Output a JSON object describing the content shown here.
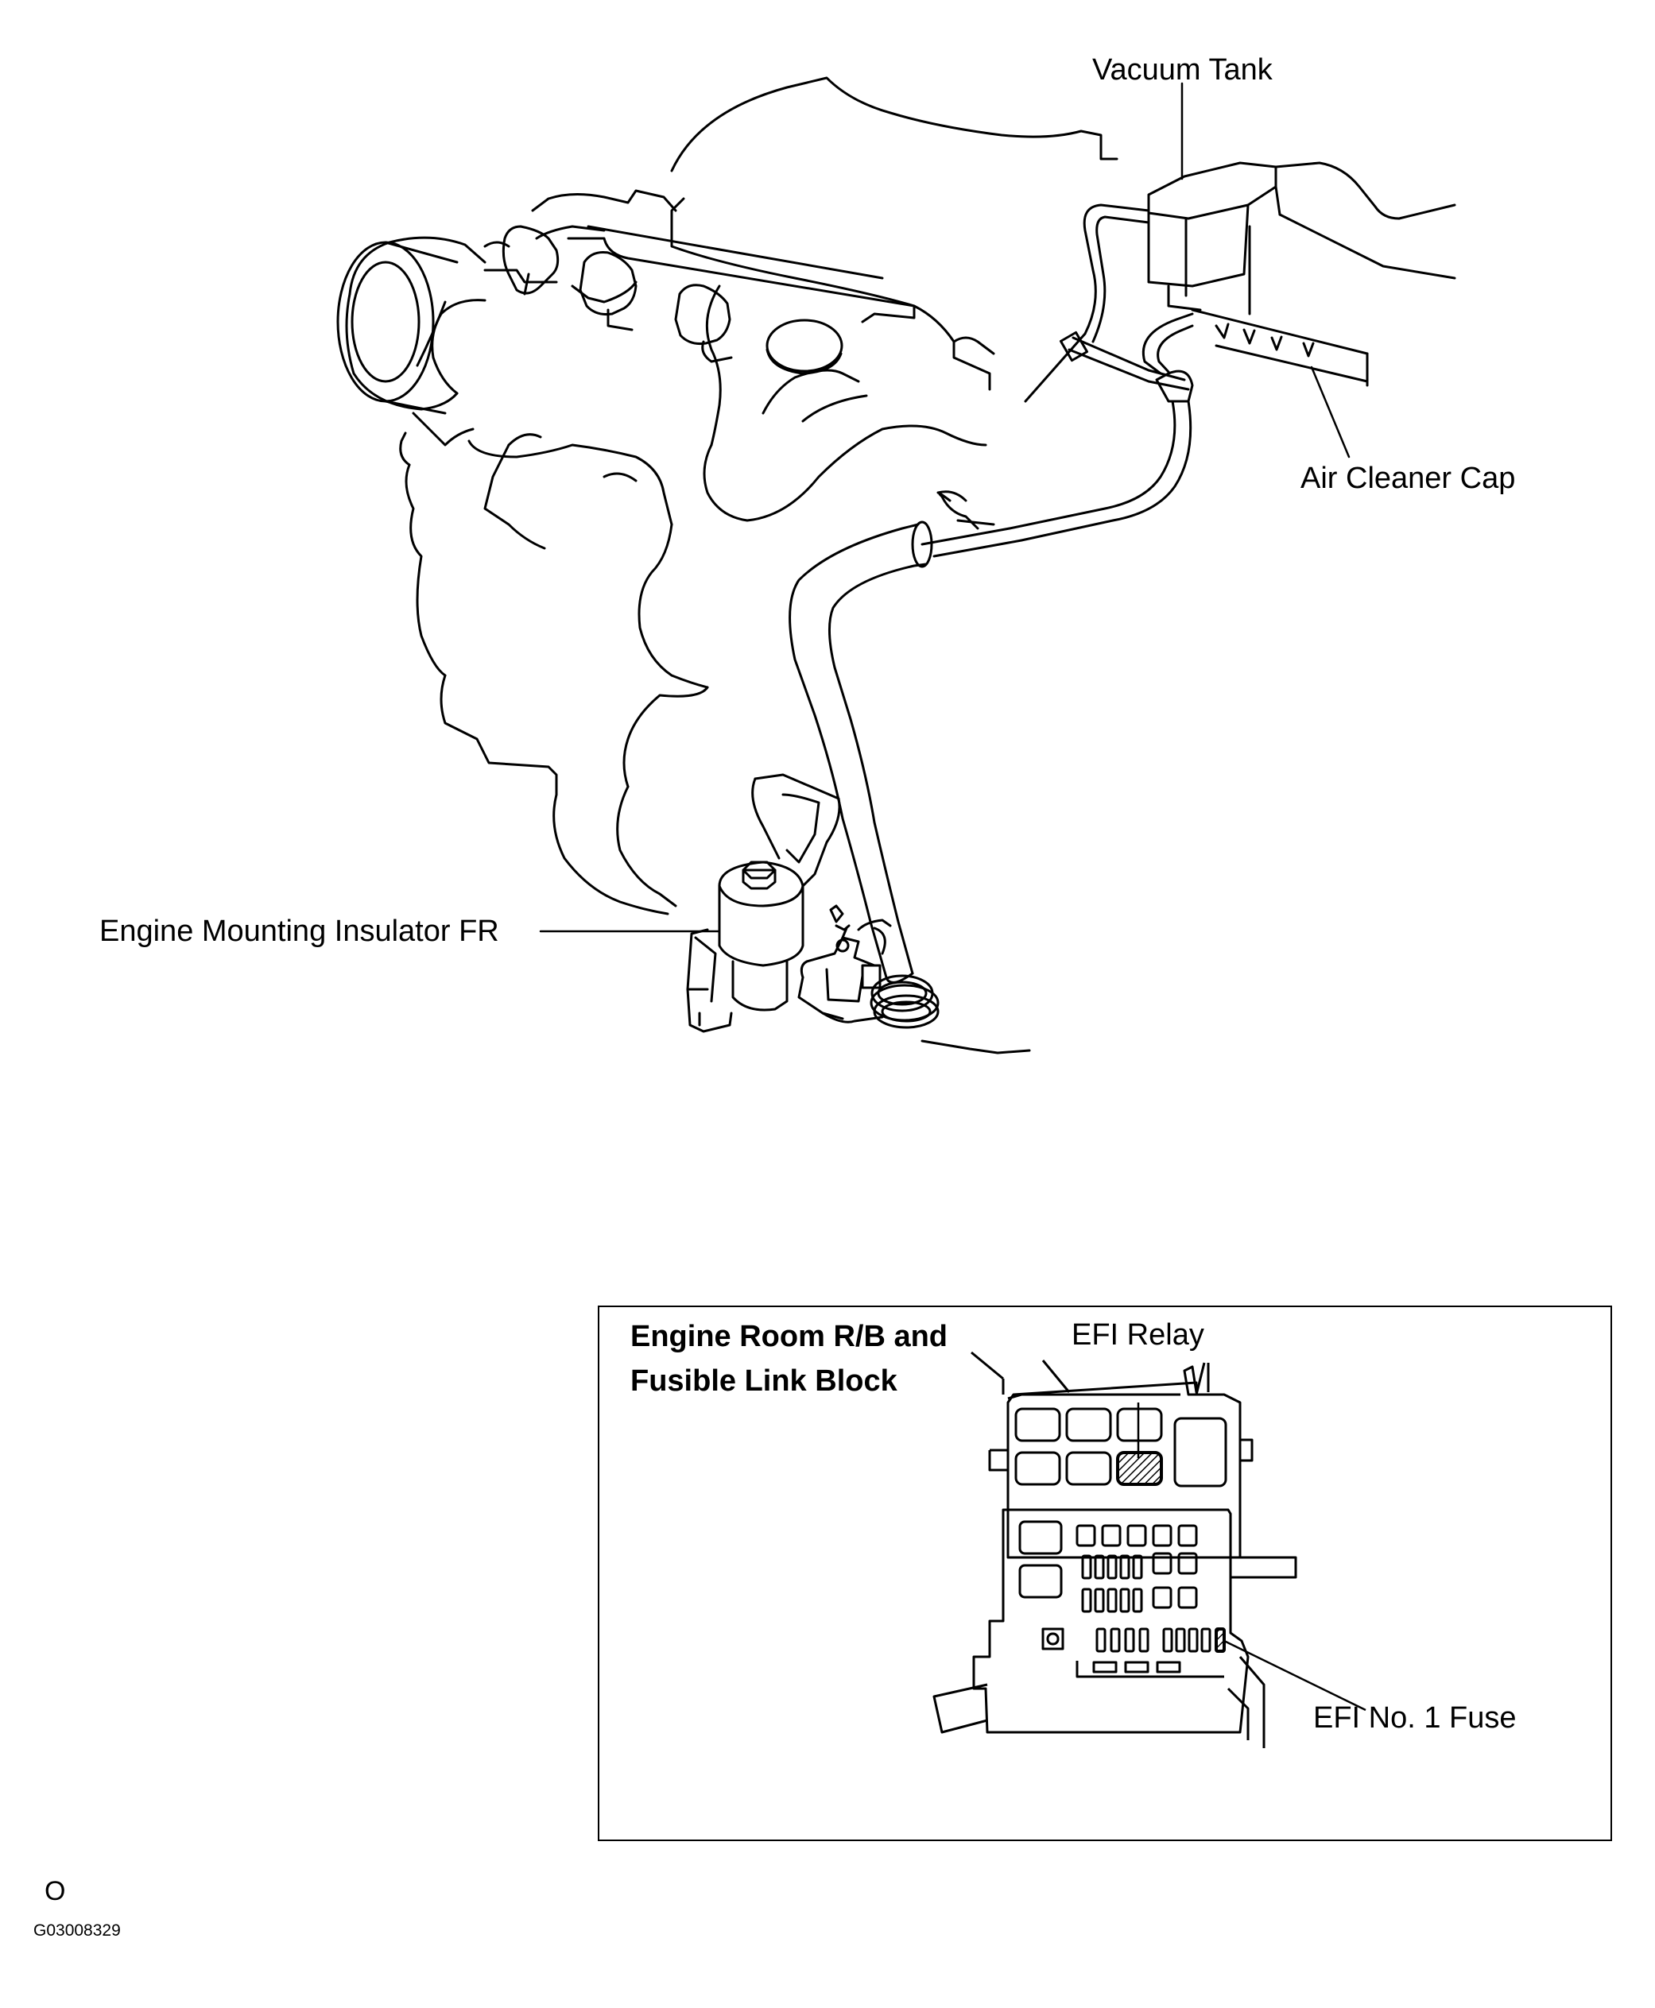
{
  "labels": {
    "vacuum_tank": "Vacuum Tank",
    "air_cleaner_cap": "Air Cleaner Cap",
    "engine_mounting_insulator": "Engine Mounting Insulator FR",
    "inset_title_line1": "Engine Room R/B and",
    "inset_title_line2": "Fusible Link Block",
    "efi_relay": "EFI Relay",
    "efi_fuse": "EFI No. 1 Fuse"
  },
  "footer": {
    "mark": "O",
    "figure_code": "G03008329"
  }
}
